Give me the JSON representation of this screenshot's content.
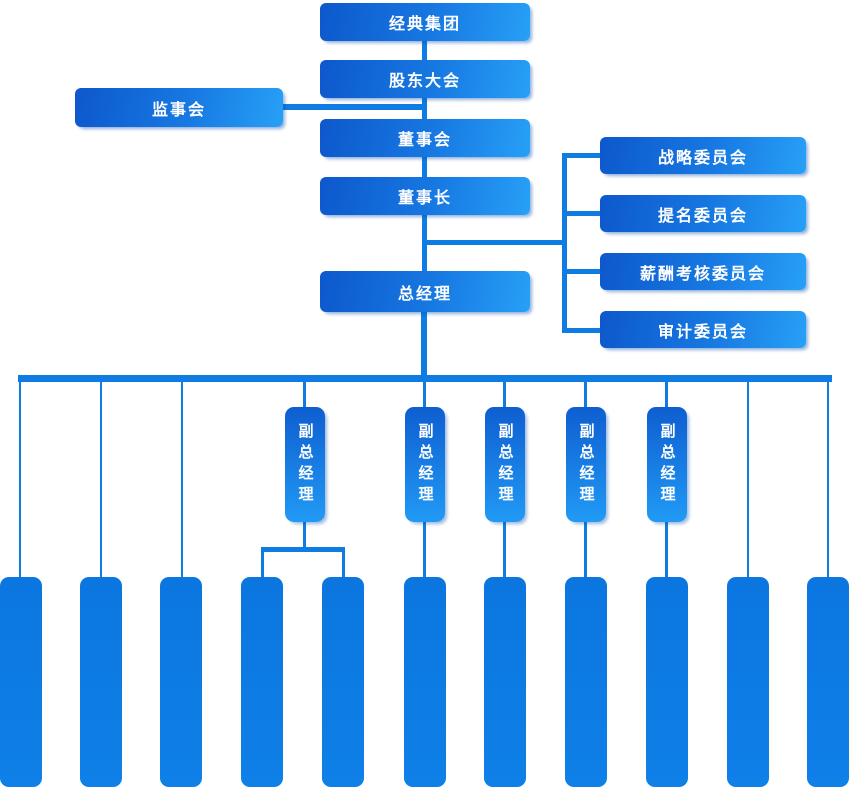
{
  "nodes": {
    "group": {
      "label": "经典集团"
    },
    "shareholders_meeting": {
      "label": "股东大会"
    },
    "supervisory_board": {
      "label": "监事会"
    },
    "board_of_directors": {
      "label": "董事会"
    },
    "chairman": {
      "label": "董事长"
    },
    "general_manager": {
      "label": "总经理"
    },
    "committees": [
      {
        "label": "战略委员会"
      },
      {
        "label": "提名委员会"
      },
      {
        "label": "薪酬考核委员会"
      },
      {
        "label": "审计委员会"
      }
    ],
    "deputy_general_managers": [
      {
        "label": "副总经理"
      },
      {
        "label": "副总经理"
      },
      {
        "label": "副总经理"
      },
      {
        "label": "副总经理"
      },
      {
        "label": "副总经理"
      }
    ],
    "departments": [
      {
        "label": ""
      },
      {
        "label": ""
      },
      {
        "label": ""
      },
      {
        "label": ""
      },
      {
        "label": ""
      },
      {
        "label": ""
      },
      {
        "label": ""
      },
      {
        "label": ""
      },
      {
        "label": ""
      },
      {
        "label": ""
      },
      {
        "label": ""
      }
    ]
  },
  "colors": {
    "box_gradient_dark": "#0d58cc",
    "box_gradient_light": "#27a0f7",
    "department_fill": "#0d7ae4",
    "connector": "#0e7ce2",
    "text": "#ffffff",
    "background": "#ffffff"
  }
}
